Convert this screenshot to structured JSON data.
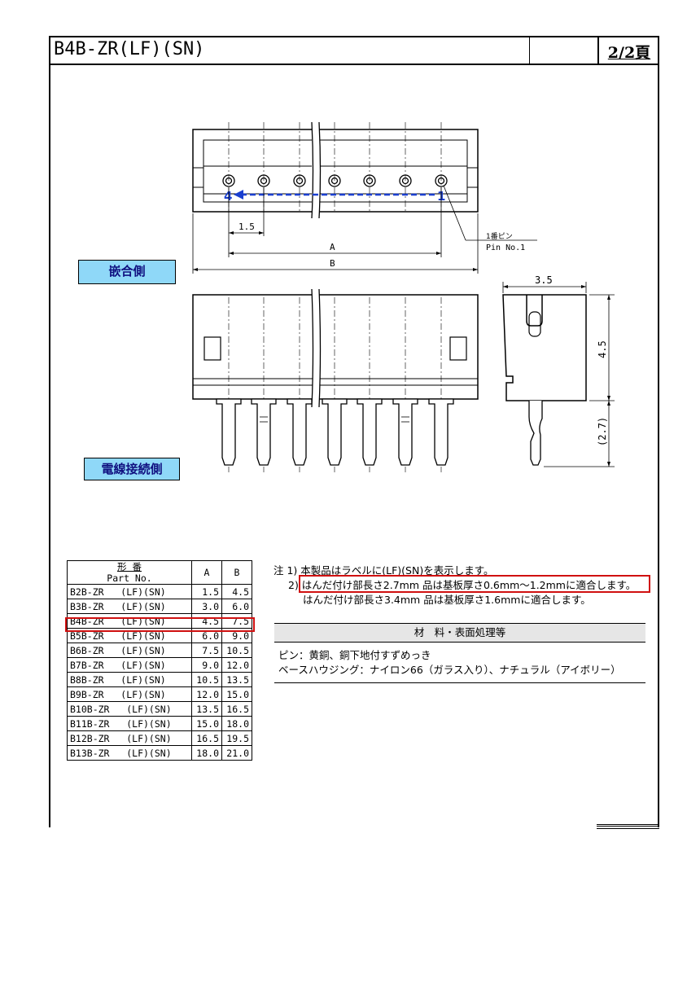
{
  "header": {
    "title": "B4B-ZR(LF)(SN)",
    "page": "2/2頁"
  },
  "labels": {
    "mating_side": "嵌合側",
    "wire_side": "電線接続側",
    "pin_no_jp": "1番ピン",
    "pin_no_en": "Pin No.1",
    "pin_first": "1",
    "pin_last": "4"
  },
  "dimensions": {
    "pitch": "1.5",
    "a": "A",
    "b": "B",
    "width": "3.5",
    "height": "4.5",
    "lead": "(2.7)"
  },
  "table": {
    "header_part_jp": "形 番",
    "header_part_en": "Part No.",
    "header_a": "A",
    "header_b": "B",
    "rows": [
      {
        "part": "B2B-ZR   (LF)(SN)",
        "a": "1.5",
        "b": "4.5"
      },
      {
        "part": "B3B-ZR   (LF)(SN)",
        "a": "3.0",
        "b": "6.0"
      },
      {
        "part": "B4B-ZR   (LF)(SN)",
        "a": "4.5",
        "b": "7.5"
      },
      {
        "part": "B5B-ZR   (LF)(SN)",
        "a": "6.0",
        "b": "9.0"
      },
      {
        "part": "B6B-ZR   (LF)(SN)",
        "a": "7.5",
        "b": "10.5"
      },
      {
        "part": "B7B-ZR   (LF)(SN)",
        "a": "9.0",
        "b": "12.0"
      },
      {
        "part": "B8B-ZR   (LF)(SN)",
        "a": "10.5",
        "b": "13.5"
      },
      {
        "part": "B9B-ZR   (LF)(SN)",
        "a": "12.0",
        "b": "15.0"
      },
      {
        "part": "B10B-ZR   (LF)(SN)",
        "a": "13.5",
        "b": "16.5"
      },
      {
        "part": "B11B-ZR   (LF)(SN)",
        "a": "15.0",
        "b": "18.0"
      },
      {
        "part": "B12B-ZR   (LF)(SN)",
        "a": "16.5",
        "b": "19.5"
      },
      {
        "part": "B13B-ZR   (LF)(SN)",
        "a": "18.0",
        "b": "21.0"
      }
    ]
  },
  "notes": {
    "note1": "注 1) 本製品はラベルに(LF)(SN)を表示します。",
    "note2": "2) はんだ付け部長さ2.7mm 品は基板厚さ0.6mm～1.2mmに適合します。",
    "note3": "はんだ付け部長さ3.4mm 品は基板厚さ1.6mmに適合します。"
  },
  "materials": {
    "heading": "材　料・表面処理等",
    "pin": "ピン：黄銅、銅下地付すずめっき",
    "housing": "ベースハウジング：ナイロン66（ガラス入り）、ナチュラル（アイボリー）"
  },
  "colors": {
    "label_bg": "#8fd8f8",
    "highlight": "#d01010",
    "arrow": "#1a3fd0"
  }
}
